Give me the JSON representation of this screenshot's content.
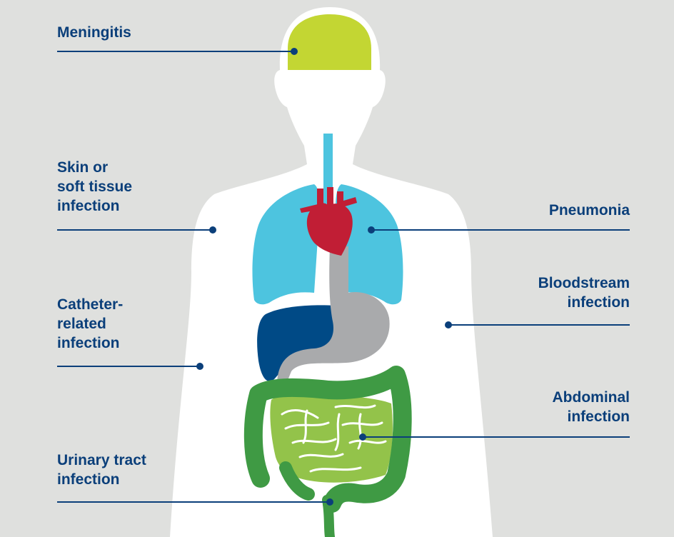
{
  "colors": {
    "background": "#dfe0de",
    "body": "#ffffff",
    "brain": "#c3d633",
    "lungs": "#4dc4df",
    "heart": "#c11e35",
    "liver": "#004a86",
    "stomach": "#a9aaac",
    "intestine_small": "#93c34a",
    "intestine_large": "#3f9a44",
    "label": "#0b3f7a",
    "leader": "#0b3f7a"
  },
  "labels": {
    "meningitis": "Meningitis",
    "skin": "Skin or\nsoft tissue\ninfection",
    "catheter": "Catheter-\nrelated\ninfection",
    "urinary": "Urinary tract\ninfection",
    "pneumonia": "Pneumonia",
    "bloodstream": "Bloodstream\ninfection",
    "abdominal": "Abdominal\ninfection"
  }
}
